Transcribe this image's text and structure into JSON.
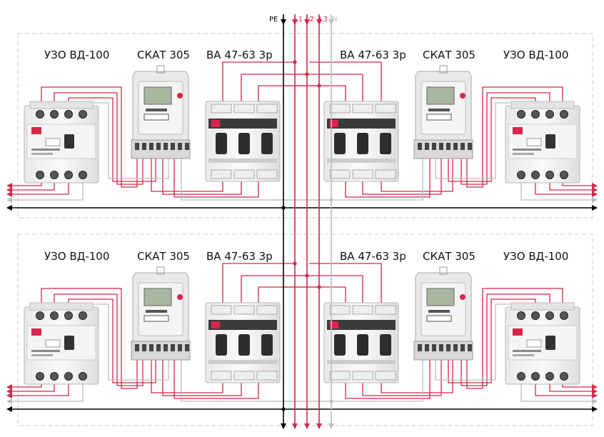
{
  "bus": {
    "pe": "PE",
    "l1": "L1",
    "l2": "L2",
    "l3": "L3",
    "n": "N"
  },
  "colors": {
    "phase": "#d7264a",
    "neutral": "#bdbdbd",
    "pe": "#000000",
    "frame": "#cfcfcf"
  },
  "icons": {
    "arrow": "arrow-icon",
    "rcd": "rcd-device",
    "meter": "electricity-meter",
    "breaker": "circuit-breaker-3p",
    "logo": "ekf-logo-icon"
  },
  "blocks": [
    {
      "left": {
        "rcd": "УЗО ВД-100",
        "meter": "СКАТ 305",
        "breaker": "ВА 47-63 3р"
      },
      "right": {
        "breaker": "ВА 47-63 3р",
        "meter": "СКАТ 305",
        "rcd": "УЗО ВД-100"
      }
    },
    {
      "left": {
        "rcd": "УЗО ВД-100",
        "meter": "СКАТ 305",
        "breaker": "ВА 47-63 3р"
      },
      "right": {
        "breaker": "ВА 47-63 3р",
        "meter": "СКАТ 305",
        "rcd": "УЗО ВД-100"
      }
    }
  ]
}
